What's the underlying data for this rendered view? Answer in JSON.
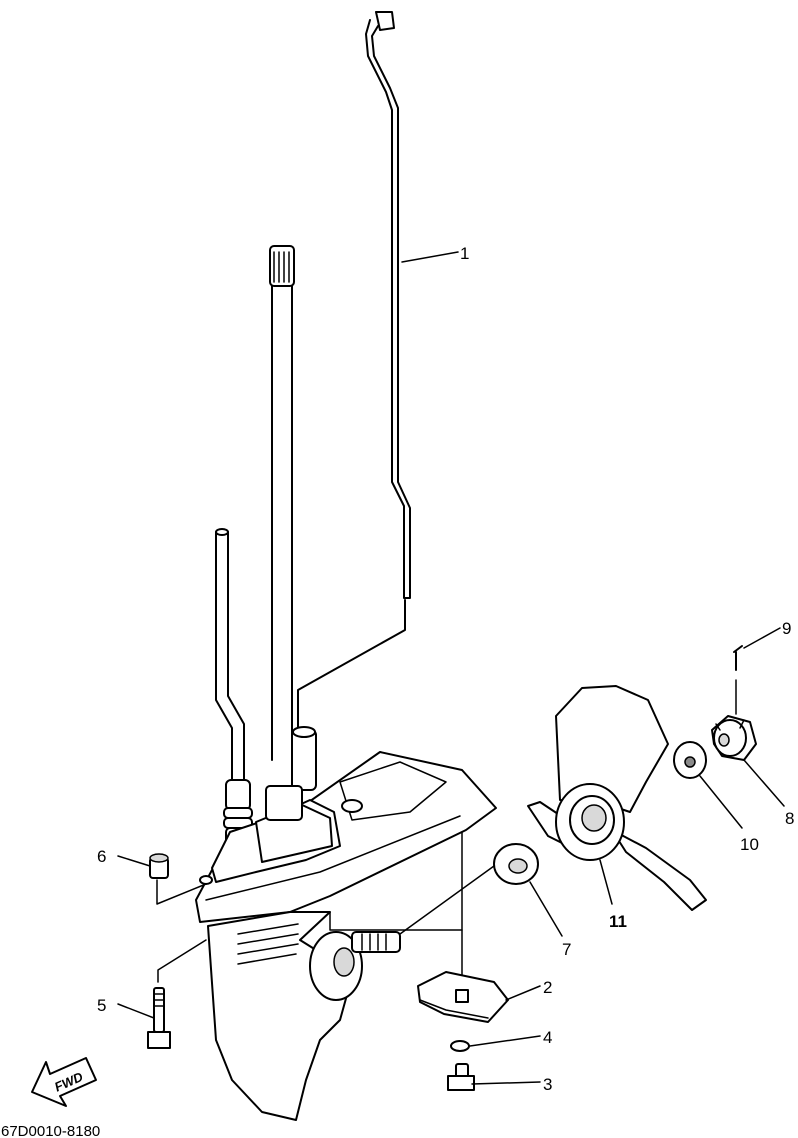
{
  "diagram": {
    "drawing_code": "67D0010-8180",
    "direction_label": "FWD",
    "callouts": [
      {
        "id": "1",
        "bold": false
      },
      {
        "id": "2",
        "bold": false
      },
      {
        "id": "3",
        "bold": false
      },
      {
        "id": "4",
        "bold": false
      },
      {
        "id": "5",
        "bold": false
      },
      {
        "id": "6",
        "bold": false
      },
      {
        "id": "7",
        "bold": false
      },
      {
        "id": "8",
        "bold": false
      },
      {
        "id": "9",
        "bold": false
      },
      {
        "id": "10",
        "bold": false
      },
      {
        "id": "11",
        "bold": true
      }
    ]
  }
}
